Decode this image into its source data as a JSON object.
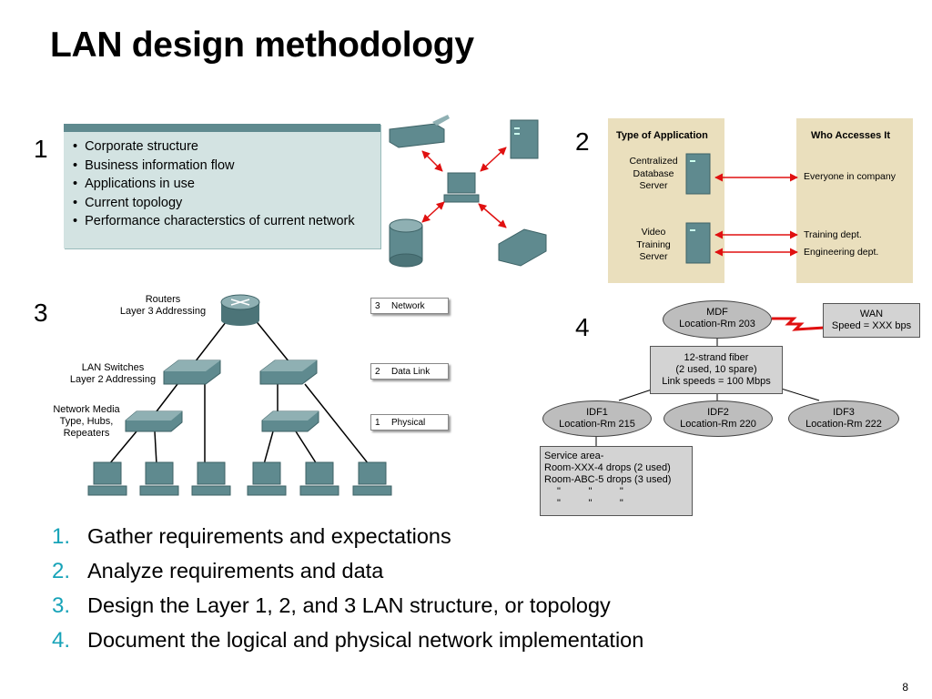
{
  "title": "LAN design methodology",
  "panel_numbers": [
    "1",
    "2",
    "3",
    "4"
  ],
  "panel1": {
    "items": [
      "Corporate structure",
      "Business information flow",
      "Applications in use",
      "Current topology",
      "Performance characterstics of current network"
    ]
  },
  "panel2": {
    "col_left_header": "Type of Application",
    "col_right_header": "Who Accesses It",
    "app1": [
      "Centralized",
      "Database",
      "Server"
    ],
    "app2": [
      "Video",
      "Training",
      "Server"
    ],
    "access1": "Everyone in company",
    "access2a": "Training dept.",
    "access2b": "Engineering dept."
  },
  "panel3": {
    "routers": [
      "Routers",
      "Layer 3 Addressing"
    ],
    "switches": [
      "LAN Switches",
      "Layer 2 Addressing"
    ],
    "media": [
      "Network Media",
      "Type, Hubs,",
      "Repeaters"
    ],
    "osi": [
      {
        "num": "3",
        "label": "Network"
      },
      {
        "num": "2",
        "label": "Data Link"
      },
      {
        "num": "1",
        "label": "Physical"
      }
    ]
  },
  "panel4": {
    "mdf": [
      "MDF",
      "Location-Rm 203"
    ],
    "wan": [
      "WAN",
      "Speed = XXX bps"
    ],
    "fiber": [
      "12-strand fiber",
      "(2 used, 10 spare)",
      "Link speeds = 100 Mbps"
    ],
    "idf1": [
      "IDF1",
      "Location-Rm 215"
    ],
    "idf2": [
      "IDF2",
      "Location-Rm 220"
    ],
    "idf3": [
      "IDF3",
      "Location-Rm 222"
    ],
    "service": [
      "Service area-",
      "Room-XXX-4 drops (2 used)",
      "Room-ABC-5 drops (3 used)",
      "\"          \"          \"",
      "\"          \"          \""
    ]
  },
  "steps": [
    {
      "num": "1.",
      "text": "Gather requirements and expectations"
    },
    {
      "num": "2.",
      "text": "Analyze requirements and data"
    },
    {
      "num": "3.",
      "text": "Design the Layer 1, 2, and 3 LAN structure, or topology"
    },
    {
      "num": "4.",
      "text": "Document the logical and physical network implementation"
    }
  ],
  "page_number": "8",
  "colors": {
    "accent": "#17a3b8",
    "device_teal": "#5f8a8f",
    "panel_beige": "#eadfbd",
    "arrow_red": "#e01010"
  }
}
